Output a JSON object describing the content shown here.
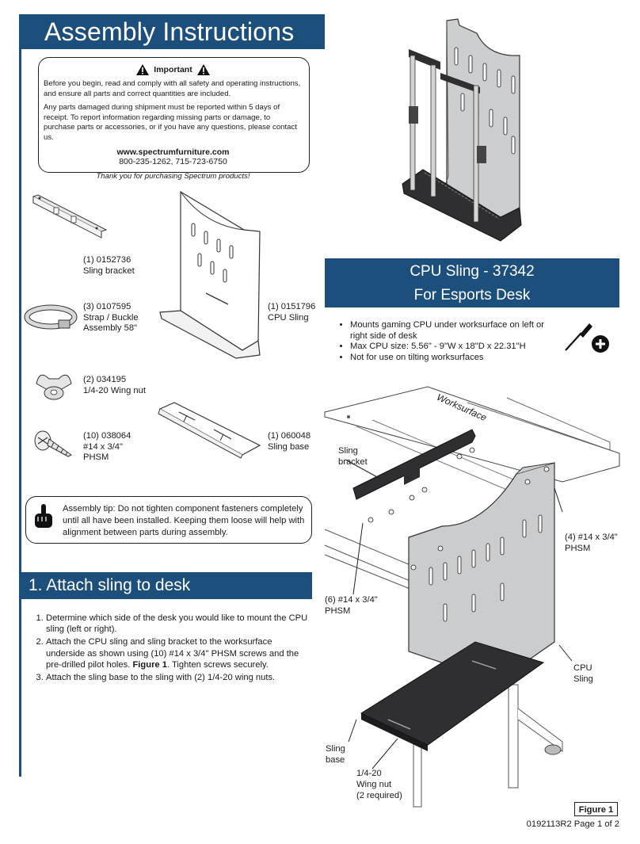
{
  "header": {
    "title": "Assembly Instructions"
  },
  "notice": {
    "heading": "Important",
    "para1": "Before you begin, read and comply with all safety and operating instructions, and ensure all parts and correct quantities are included.",
    "para2": "Any parts damaged during shipment must be reported within 5 days of receipt. To report information regarding missing parts or damage, to purchase parts or accessories, or if you have any questions, please contact us.",
    "website": "www.spectrumfurniture.com",
    "phone": "800-235-1262, 715-723-6750",
    "thanks": "Thank you for purchasing Spectrum products!"
  },
  "parts": [
    {
      "qty_part": "(1) 0152736",
      "name": "Sling bracket"
    },
    {
      "qty_part": "(3) 0107595",
      "name": "Strap / Buckle",
      "name2": "Assembly 58\""
    },
    {
      "qty_part": "(2) 034195",
      "name": "1/4-20 Wing nut"
    },
    {
      "qty_part": "(10) 038064",
      "name": "#14 x 3/4\"",
      "name2": "PHSM"
    },
    {
      "qty_part": "(1) 0151796",
      "name": "CPU Sling"
    },
    {
      "qty_part": "(1) 060048",
      "name": "Sling base"
    }
  ],
  "tip": {
    "text": "Assembly tip: Do not tighten component fasteners completely until all have been installed.  Keeping them loose will help with alignment between parts during assembly."
  },
  "step1": {
    "heading": "1.  Attach sling to desk",
    "items": [
      "Determine which side of the desk you would like to mount the CPU sling (left or right).",
      "Attach the CPU sling and sling bracket to the worksurface underside as shown using (10) #14 x 3/4\" PHSM screws and the pre-drilled pilot holes.",
      "Attach the sling base to the sling with (2) 1/4-20 wing nuts."
    ],
    "figure_ref": "Figure 1",
    "item2_tail": ". Tighten screws securely."
  },
  "product": {
    "line1": "CPU Sling - 37342",
    "line2": "For Esports Desk",
    "bullets": [
      "Mounts gaming CPU under worksurface on left or right side of desk",
      "Max CPU size: 5.56\" - 9\"W x 18\"D x 22.31\"H",
      "Not for use on tilting worksurfaces"
    ]
  },
  "figure": {
    "worksurface": "Worksurface",
    "sling_bracket_1": "Sling",
    "sling_bracket_2": "bracket",
    "screws4_1": "(4) #14 x 3/4\"",
    "screws4_2": "PHSM",
    "screws6_1": "(6) #14 x 3/4\"",
    "screws6_2": "PHSM",
    "cpu_sling_1": "CPU",
    "cpu_sling_2": "Sling",
    "sling_base_1": "Sling",
    "sling_base_2": "base",
    "wingnut_1": "1/4-20",
    "wingnut_2": "Wing nut",
    "wingnut_3": "(2 required)",
    "label": "Figure 1"
  },
  "footer": {
    "doc": "0192113R2 Page 1 of 2"
  },
  "colors": {
    "accent": "#1d4f7c",
    "panel": "#c9cacc",
    "dark": "#3a3a3a"
  },
  "icons": [
    "warning-icon",
    "screwdriver-icon",
    "plus-icon",
    "pointing-hand-icon"
  ]
}
